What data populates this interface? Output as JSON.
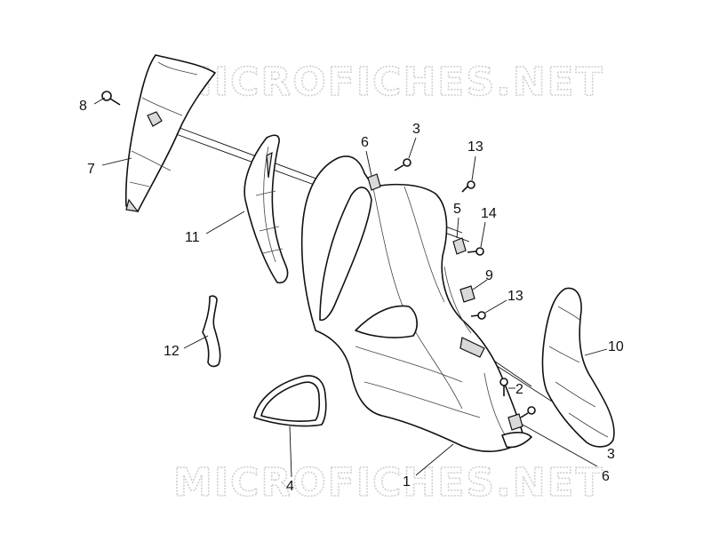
{
  "watermark": {
    "text": "MICROFICHES.NET"
  },
  "callouts": {
    "c1": "1",
    "c2": "2",
    "c3a": "3",
    "c3b": "3",
    "c4": "4",
    "c5": "5",
    "c6a": "6",
    "c6b": "6",
    "c7": "7",
    "c8": "8",
    "c9": "9",
    "c10": "10",
    "c11": "11",
    "c12": "12",
    "c13a": "13",
    "c13b": "13",
    "c14": "14"
  },
  "colors": {
    "line": "#111111",
    "shade": "#d9d9d9",
    "watermark": "#cfcfcf",
    "background": "#ffffff"
  }
}
